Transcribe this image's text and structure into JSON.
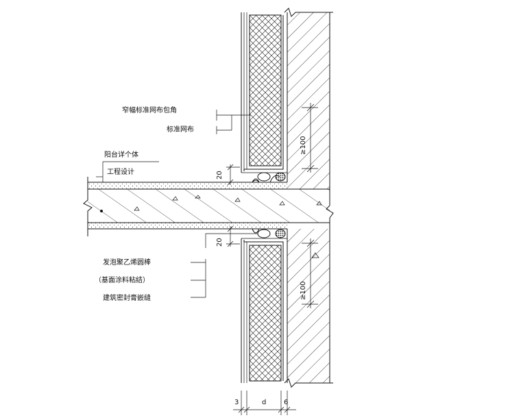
{
  "labels": {
    "mesh_wrap": "窄幅标准网布包角",
    "std_mesh": "标准网布",
    "balcony": "阳台详个体",
    "eng_design": "工程设计",
    "foam_rod": "发泡聚乙烯圆棒",
    "base_coat": "（基面涂料粘结）",
    "sealant": "建筑密封膏嵌缝"
  },
  "dimensions": {
    "gap_top": "20",
    "gap_bottom": "20",
    "overlap_top": "≥100",
    "overlap_bottom": "≥100",
    "dim_left": "3",
    "dim_mid": "d",
    "dim_right": "6"
  }
}
